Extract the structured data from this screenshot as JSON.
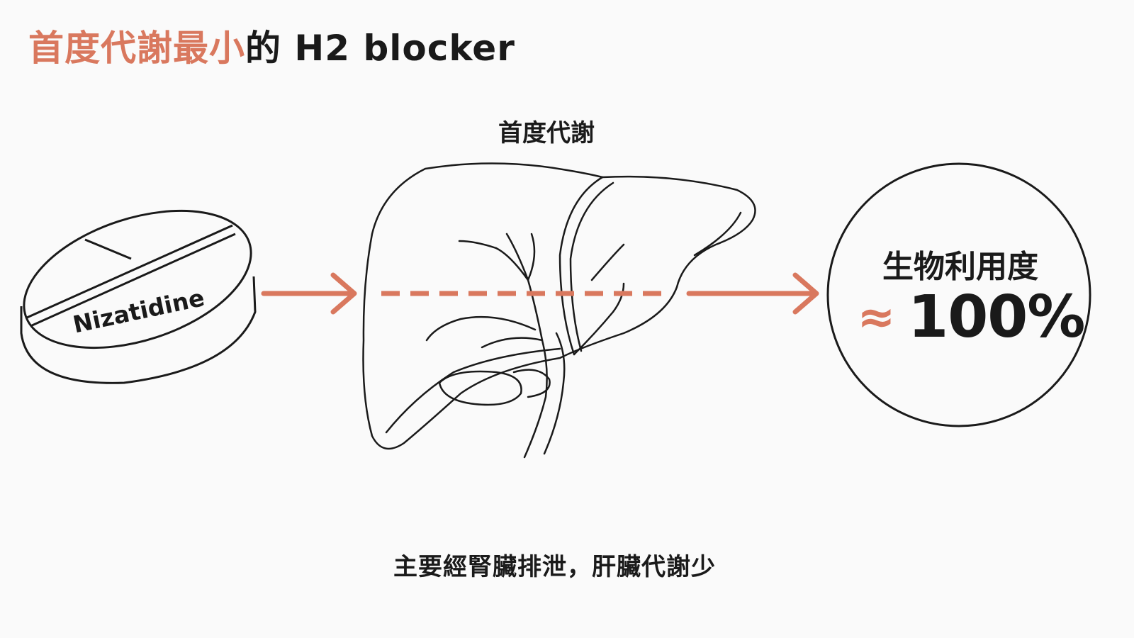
{
  "title": {
    "accent_text": "首度代謝最小",
    "rest_text": "的 H2 blocker"
  },
  "pill": {
    "label": "Nizatidine"
  },
  "liver": {
    "label": "首度代謝"
  },
  "result": {
    "label": "生物利用度",
    "approx_symbol": "≈",
    "value": "100%"
  },
  "footer": {
    "note": "主要經腎臟排泄，肝臟代謝少"
  },
  "colors": {
    "accent": "#d9785e",
    "ink": "#1a1a1a",
    "background": "#fafafa"
  }
}
